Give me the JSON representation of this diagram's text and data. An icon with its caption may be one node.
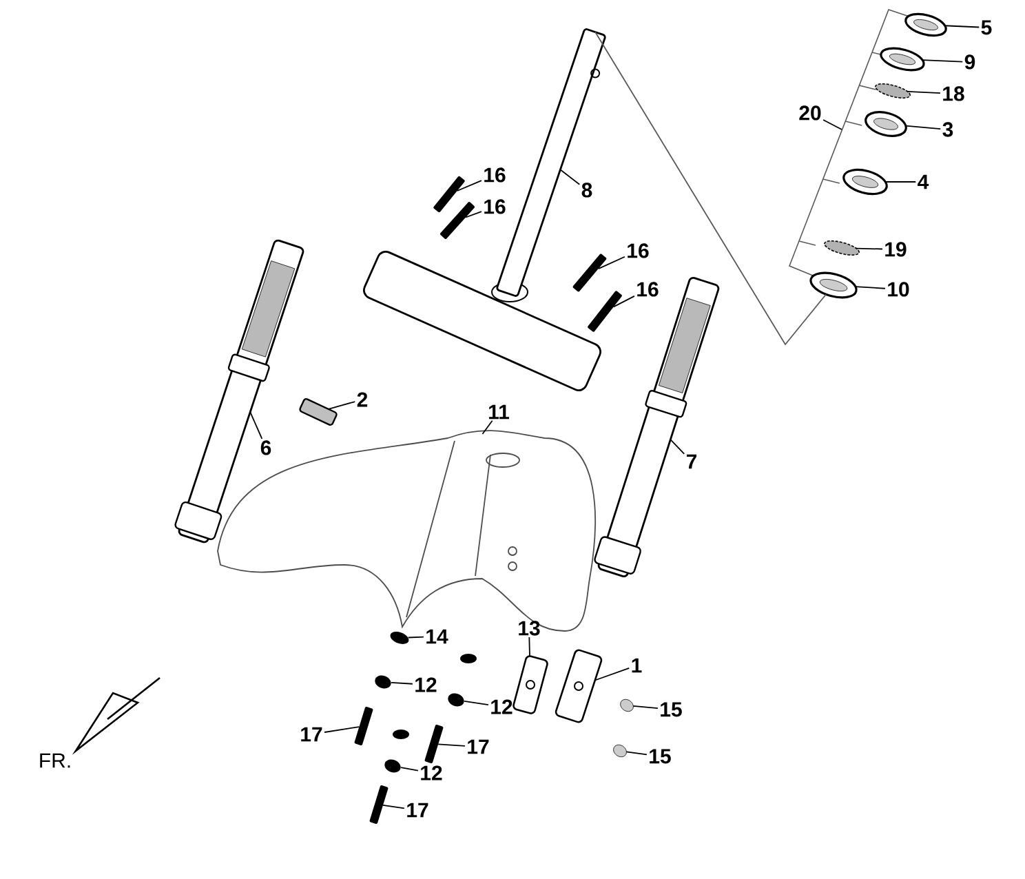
{
  "diagram": {
    "nodes": [
      {
        "text": [
          "5"
        ]
      },
      {
        "text": [],
        "shape": "picture"
      },
      {
        "text": [
          "9"
        ]
      },
      {
        "text": [],
        "shape": "picture"
      },
      {
        "text": [
          "18"
        ]
      },
      {
        "text": [],
        "shape": "picture"
      },
      {
        "text": [
          "20"
        ]
      },
      {
        "text": [
          "3"
        ]
      },
      {
        "text": [],
        "shape": "picture"
      },
      {
        "text": [
          "16"
        ]
      },
      {
        "text": [],
        "shape": "picture"
      },
      {
        "text": [
          "8"
        ]
      },
      {
        "text": [],
        "shape": "picture"
      },
      {
        "text": [
          "16"
        ]
      },
      {
        "text": [],
        "shape": "picture"
      },
      {
        "text": [
          "4"
        ]
      },
      {
        "text": [],
        "shape": "picture"
      },
      {
        "text": [
          "19"
        ]
      },
      {
        "text": [],
        "shape": "picture"
      },
      {
        "text": [
          "16"
        ]
      },
      {
        "text": [],
        "shape": "picture"
      },
      {
        "text": [
          "16"
        ]
      },
      {
        "text": [],
        "shape": "picture"
      },
      {
        "text": [
          "10"
        ]
      },
      {
        "text": [],
        "shape": "picture"
      },
      {
        "text": [
          "2"
        ]
      },
      {
        "text": [],
        "shape": "picture"
      },
      {
        "text": [
          "11"
        ]
      },
      {
        "text": [],
        "shape": "picture"
      },
      {
        "text": [
          "6"
        ]
      },
      {
        "text": [],
        "shape": "picture"
      },
      {
        "text": [
          "7"
        ]
      },
      {
        "text": [],
        "shape": "picture"
      },
      {
        "text": [
          "14"
        ]
      },
      {
        "text": [],
        "shape": "circle"
      },
      {
        "text": [
          "13"
        ]
      },
      {
        "text": [],
        "shape": "picture"
      },
      {
        "text": [
          "1"
        ]
      },
      {
        "text": [],
        "shape": "picture"
      },
      {
        "text": [
          "12"
        ]
      },
      {
        "text": [],
        "shape": "circle"
      },
      {
        "text": [
          "12"
        ]
      },
      {
        "text": [],
        "shape": "circle"
      },
      {
        "text": [
          "15"
        ]
      },
      {
        "text": [],
        "shape": "picture"
      },
      {
        "text": [
          "17"
        ]
      },
      {
        "text": [],
        "shape": "picture"
      },
      {
        "text": [
          "17"
        ]
      },
      {
        "text": [],
        "shape": "picture"
      },
      {
        "text": [
          "15"
        ]
      },
      {
        "text": [],
        "shape": "picture"
      },
      {
        "text": [
          "12"
        ]
      },
      {
        "text": [],
        "shape": "circle"
      },
      {
        "text": [
          "17"
        ]
      },
      {
        "text": [],
        "shape": "picture"
      }
    ],
    "edges": [
      {
        "from": 0,
        "to": 1,
        "arrow": "none"
      },
      {
        "from": 2,
        "to": 3,
        "arrow": "none"
      },
      {
        "from": 4,
        "to": 5,
        "arrow": "none"
      },
      {
        "from": 6,
        "to": null,
        "arrow": "none"
      },
      {
        "from": 7,
        "to": 8,
        "arrow": "none"
      },
      {
        "from": 9,
        "to": 10,
        "arrow": "none"
      },
      {
        "from": 11,
        "to": 12,
        "arrow": "none"
      },
      {
        "from": 12,
        "to": 24,
        "arrow": "none"
      },
      {
        "from": 13,
        "to": 14,
        "arrow": "none"
      },
      {
        "from": 15,
        "to": 16,
        "arrow": "none"
      },
      {
        "from": 17,
        "to": 18,
        "arrow": "none"
      },
      {
        "from": 19,
        "to": 20,
        "arrow": "none"
      },
      {
        "from": 21,
        "to": 22,
        "arrow": "none"
      },
      {
        "from": 23,
        "to": 24,
        "arrow": "none"
      },
      {
        "from": 25,
        "to": 26,
        "arrow": "none"
      },
      {
        "from": 27,
        "to": 28,
        "arrow": "none"
      },
      {
        "from": 29,
        "to": 30,
        "arrow": "none"
      },
      {
        "from": 31,
        "to": 32,
        "arrow": "none"
      },
      {
        "from": 33,
        "to": 34,
        "arrow": "none"
      },
      {
        "from": 35,
        "to": 36,
        "arrow": "none"
      },
      {
        "from": 37,
        "to": 38,
        "arrow": "none"
      },
      {
        "from": 39,
        "to": 40,
        "arrow": "none"
      },
      {
        "from": 41,
        "to": 42,
        "arrow": "none"
      },
      {
        "from": 43,
        "to": 44,
        "arrow": "none"
      },
      {
        "from": 45,
        "to": 46,
        "arrow": "none"
      },
      {
        "from": 47,
        "to": 48,
        "arrow": "none"
      },
      {
        "from": 49,
        "to": 50,
        "arrow": "none"
      },
      {
        "from": 51,
        "to": 52,
        "arrow": "none"
      },
      {
        "from": 53,
        "to": 54,
        "arrow": "none"
      }
    ],
    "labels": [
      "FR."
    ]
  }
}
